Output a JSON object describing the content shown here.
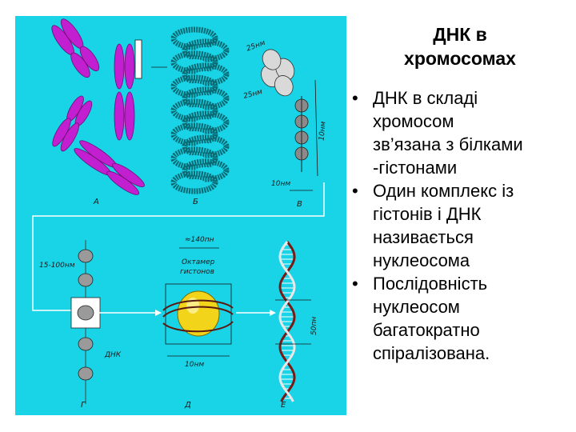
{
  "slide": {
    "title_lines": [
      "ДНК в",
      "хромосомах"
    ],
    "bullets": [
      {
        "lines": [
          "ДНК в складі",
          "хромосом",
          "зв’язана з білками",
          "-гістонами"
        ]
      },
      {
        "lines": [
          "Один комплекс із",
          "гістонів і ДНК",
          "називається",
          "нуклеосома"
        ]
      },
      {
        "lines": [
          "Послідовність",
          "нуклеосом",
          "багатократно",
          "спіралізована."
        ]
      }
    ]
  },
  "figure": {
    "background_color": "#19d3e6",
    "chromosome_color": "#c21fd1",
    "dna_color": "#7a1a14",
    "histone_color": "#f2d51b",
    "panel_labels": [
      "А",
      "Б",
      "В",
      "Г",
      "Д",
      "Е"
    ],
    "dimension_labels": {
      "b_top": "25нм",
      "b_mid": "25нм",
      "b_side": "10нм",
      "b_bottom": "10нм",
      "g_spacing": "15-100нм",
      "g_dna": "ДНК",
      "d_top": "≈140пн",
      "d_octamer_1": "Октамер",
      "d_octamer_2": "гистонов",
      "d_bottom": "10нм",
      "e_side": "50пн"
    }
  }
}
